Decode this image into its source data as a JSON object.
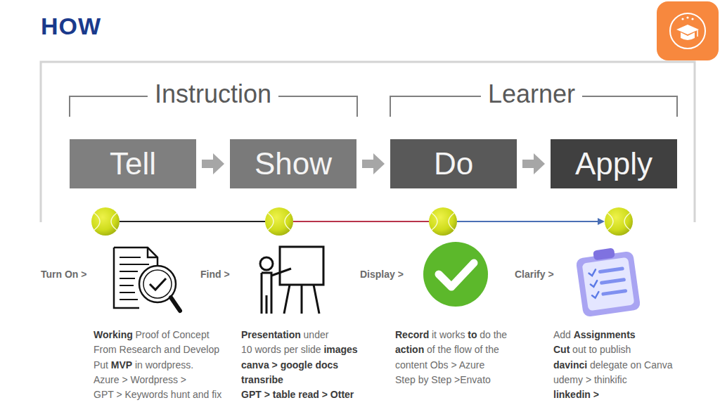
{
  "diagram": {
    "title": "HOW",
    "nodes": [
      {
        "text": [
          "Tell"
        ]
      },
      {
        "text": [
          "Show"
        ]
      },
      {
        "text": [
          "Do"
        ]
      },
      {
        "text": [
          "Apply"
        ]
      }
    ],
    "edges": [
      {
        "from": 0,
        "to": 1,
        "arrow": "to"
      },
      {
        "from": 1,
        "to": 2,
        "arrow": "to"
      },
      {
        "from": 2,
        "to": 3,
        "arrow": "to"
      }
    ],
    "labels": [
      "Instruction",
      "Learner",
      "Turn On >",
      "Find >",
      "Display >",
      "Clarify >",
      "Working",
      "Proof of Concept",
      "From Research and Develop",
      "Put",
      "MVP",
      "in wordpress.",
      "Azure > Wordpress >",
      "GPT > Keywords hunt and fix",
      "Presentation",
      "under",
      "10 words per slide",
      "images",
      "canva > google docs",
      "transribe",
      "GPT > table read > Otter",
      "Record",
      "it works",
      "to",
      "do the",
      "action",
      "of the flow of the",
      "content Obs > Azure",
      "Step by Step >Envato",
      "Add",
      "Assignments",
      "Cut",
      "out to publish",
      "davinci",
      "delegate on Canva",
      "udemy > thinkific",
      "linkedin >"
    ]
  }
}
